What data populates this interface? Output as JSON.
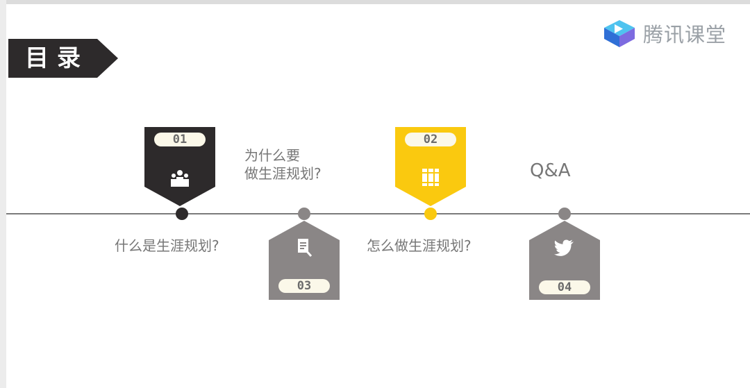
{
  "slide": {
    "title": "目录",
    "brand": {
      "name": "腾讯课堂",
      "logo_icon": "play-cube-icon"
    },
    "colors": {
      "dark": "#2d2a2b",
      "yellow": "#fac90f",
      "gray": "#8a8686",
      "line": "#7a7a7a",
      "text": "#767676"
    },
    "items": [
      {
        "number": "01",
        "label": "什么是生涯规划?",
        "icon": "people-icon",
        "color": "#2d2a2b"
      },
      {
        "number": "02",
        "label_line1": "为什么要",
        "label_line2": "做生涯规划?",
        "icon": "books-icon",
        "color": "#fac90f"
      },
      {
        "number": "03",
        "label": "怎么做生涯规划?",
        "icon": "document-pencil-icon",
        "color": "#8a8686"
      },
      {
        "number": "04",
        "label": "Q&A",
        "icon": "twitter-bird-icon",
        "color": "#8a8686"
      }
    ]
  }
}
